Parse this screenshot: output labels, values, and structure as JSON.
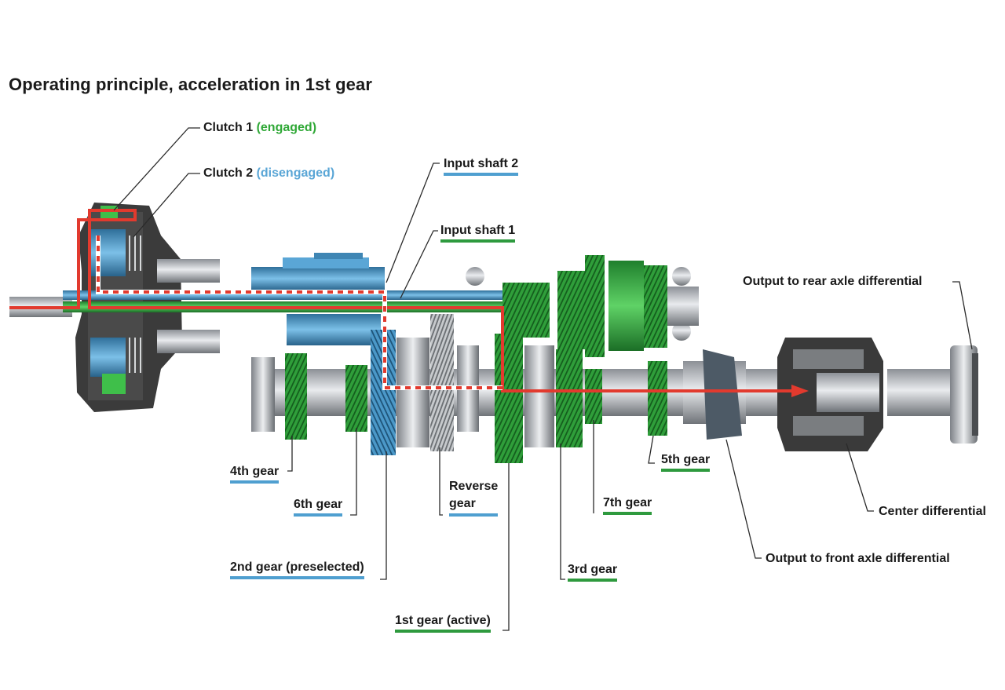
{
  "title": "Operating principle, acceleration in 1st gear",
  "labels": {
    "clutch1": {
      "name": "Clutch 1",
      "state": "(engaged)"
    },
    "clutch2": {
      "name": "Clutch 2",
      "state": "(disengaged)"
    },
    "input_shaft_2": "Input shaft 2",
    "input_shaft_1": "Input shaft 1",
    "output_rear": "Output to rear axle differential",
    "gear_4th": "4th gear",
    "gear_6th": "6th gear",
    "reverse_line1": "Reverse",
    "reverse_line2": "gear",
    "gear_7th": "7th gear",
    "gear_5th": "5th gear",
    "center_diff": "Center differential",
    "gear_2nd": "2nd gear (preselected)",
    "gear_3rd": "3rd gear",
    "output_front": "Output to front axle differential",
    "gear_1st": "1st gear (active)"
  },
  "colors": {
    "blue_shaft": "#4f9fd0",
    "green_shaft": "#2e9a3e",
    "power_flow": "#e23a2e",
    "housing": "#3a3a3a",
    "steel": "#b9bcc0"
  },
  "legend_notes": {
    "active_path": "solid red line",
    "preselected_path": "dashed red/white line"
  }
}
